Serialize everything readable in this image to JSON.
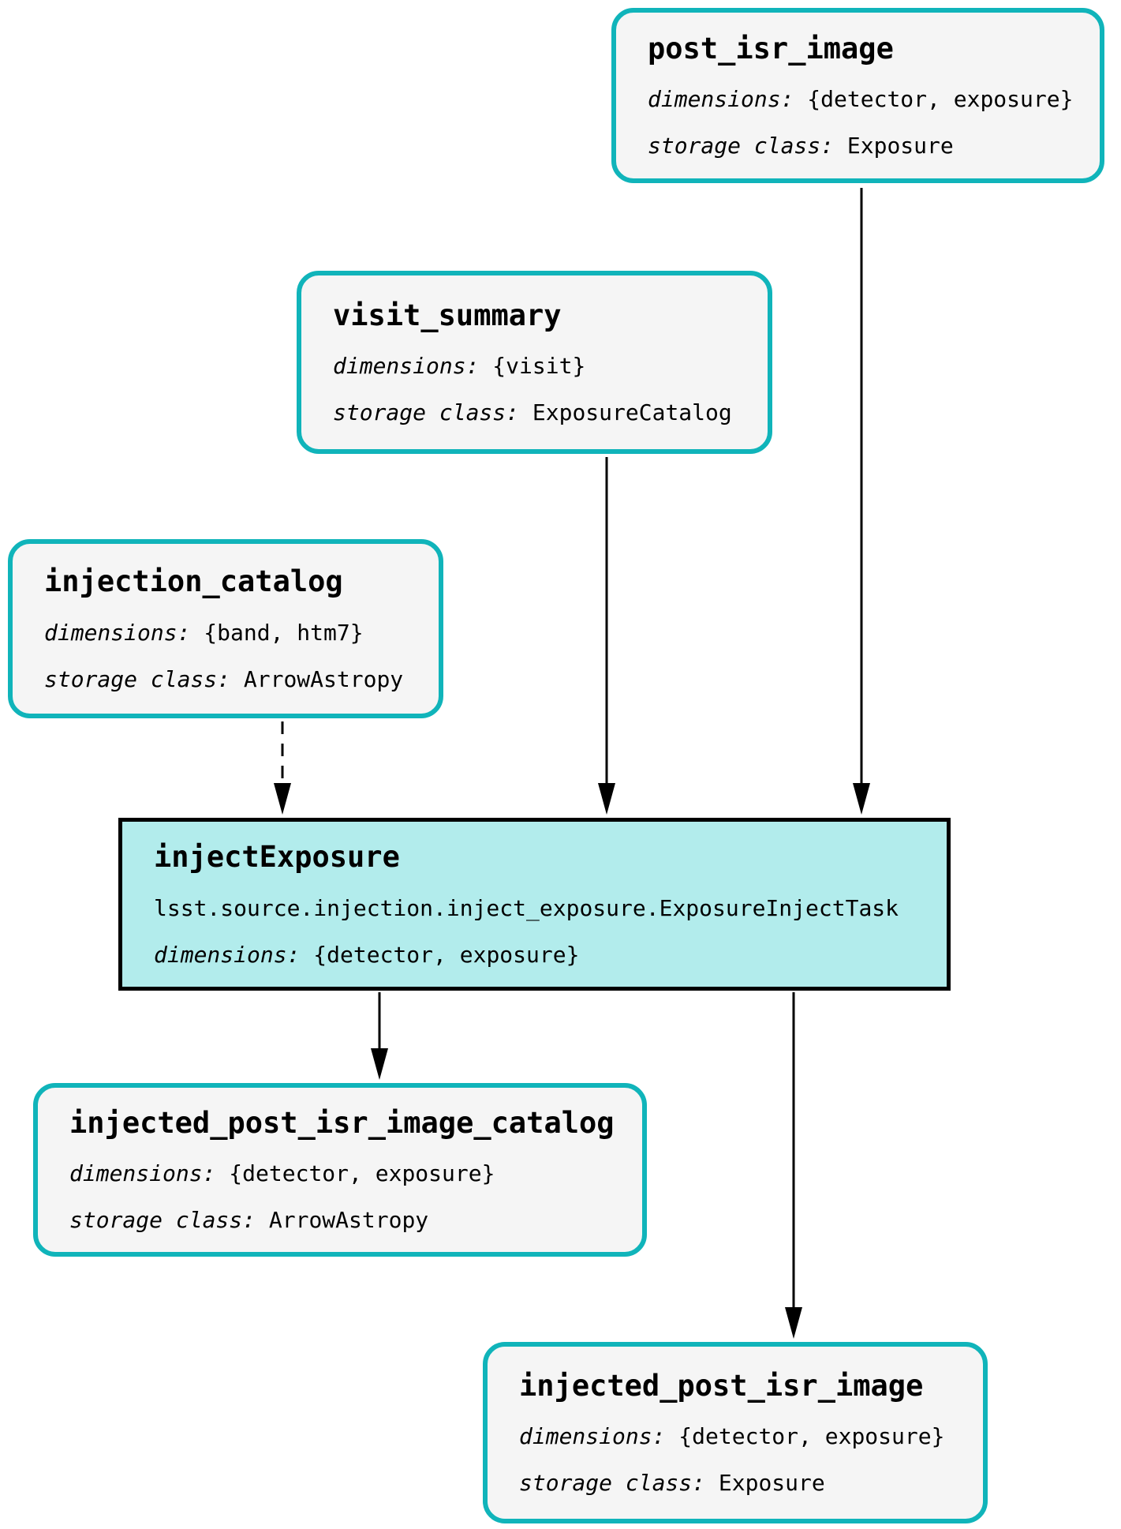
{
  "diagram": {
    "type": "pipeline-task-graph",
    "colors": {
      "dataset_border": "#10b4ba",
      "dataset_fill": "#f5f5f5",
      "task_border": "#000000",
      "task_fill": "#b2ecec",
      "edge": "#000000",
      "text": "#000000",
      "background": "#ffffff"
    }
  },
  "nodes": {
    "post_isr_image": {
      "type": "dataset",
      "title": "post_isr_image",
      "dimensions_label": "dimensions:",
      "dimensions_value": "{detector, exposure}",
      "storage_class_label": "storage class:",
      "storage_class_value": "Exposure"
    },
    "visit_summary": {
      "type": "dataset",
      "title": "visit_summary",
      "dimensions_label": "dimensions:",
      "dimensions_value": "{visit}",
      "storage_class_label": "storage class:",
      "storage_class_value": "ExposureCatalog"
    },
    "injection_catalog": {
      "type": "dataset",
      "title": "injection_catalog",
      "dimensions_label": "dimensions:",
      "dimensions_value": "{band, htm7}",
      "storage_class_label": "storage class:",
      "storage_class_value": "ArrowAstropy"
    },
    "injectExposure": {
      "type": "task",
      "title": "injectExposure",
      "task_class": "lsst.source.injection.inject_exposure.ExposureInjectTask",
      "dimensions_label": "dimensions:",
      "dimensions_value": "{detector, exposure}"
    },
    "injected_post_isr_image_catalog": {
      "type": "dataset",
      "title": "injected_post_isr_image_catalog",
      "dimensions_label": "dimensions:",
      "dimensions_value": "{detector, exposure}",
      "storage_class_label": "storage class:",
      "storage_class_value": "ArrowAstropy"
    },
    "injected_post_isr_image": {
      "type": "dataset",
      "title": "injected_post_isr_image",
      "dimensions_label": "dimensions:",
      "dimensions_value": "{detector, exposure}",
      "storage_class_label": "storage class:",
      "storage_class_value": "Exposure"
    }
  },
  "edges": [
    {
      "from": "post_isr_image",
      "to": "injectExposure",
      "style": "solid"
    },
    {
      "from": "visit_summary",
      "to": "injectExposure",
      "style": "solid"
    },
    {
      "from": "injection_catalog",
      "to": "injectExposure",
      "style": "dashed"
    },
    {
      "from": "injectExposure",
      "to": "injected_post_isr_image_catalog",
      "style": "solid"
    },
    {
      "from": "injectExposure",
      "to": "injected_post_isr_image",
      "style": "solid"
    }
  ]
}
